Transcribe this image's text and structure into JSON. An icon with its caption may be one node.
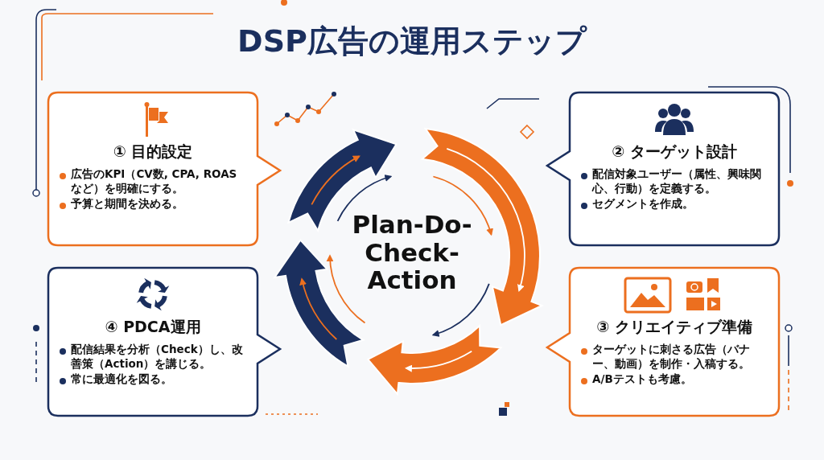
{
  "diagram": {
    "title": "DSP広告の運用ステップ",
    "nodes": [
      {
        "text": [
          "① 目的設定",
          "広告のKPI（CV数, CPA, ROASなど）を明確にする。",
          "予算と期間を決める。"
        ]
      },
      {
        "text": [
          "② ターゲット設計",
          "配信対象ユーザー（属性、興味関心、行動）を定義する。",
          "セグメントを作成。"
        ]
      },
      {
        "text": [
          "Plan-Do-Check-Action"
        ]
      },
      {
        "text": [
          "④ PDCA運用",
          "配信結果を分析（Check）し、改善策（Action）を講じる。",
          "常に最適化を図る。"
        ]
      },
      {
        "text": [
          "③ クリエイティブ準備",
          "ターゲットに刺さる広告（バナー、動画）を制作・入稿する。",
          "A/Bテストも考慮。"
        ]
      }
    ]
  }
}
